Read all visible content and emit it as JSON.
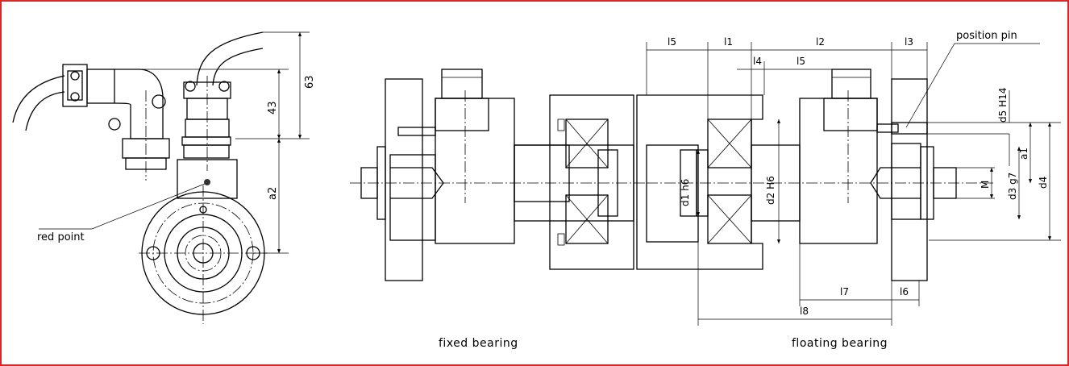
{
  "labels": {
    "red_point": "red point",
    "position_pin": "position pin",
    "fixed_bearing": "fixed bearing",
    "floating_bearing": "floating bearing"
  },
  "dimensions": {
    "d63": "63",
    "d43": "43",
    "a2": "a2",
    "l1": "l1",
    "l2": "l2",
    "l3": "l3",
    "l4": "l4",
    "l5a": "l5",
    "l5b": "l5",
    "l6": "l6",
    "l7": "l7",
    "l8": "l8",
    "d1h6": "d1 h6",
    "d2H6": "d2 H6",
    "d3g7": "d3 g7",
    "d4": "d4",
    "d5H14": "d5 H14",
    "a1": "a1",
    "M": "M"
  },
  "colors": {
    "border": "#d62828",
    "lines": "#000000",
    "marker": "#333333"
  }
}
